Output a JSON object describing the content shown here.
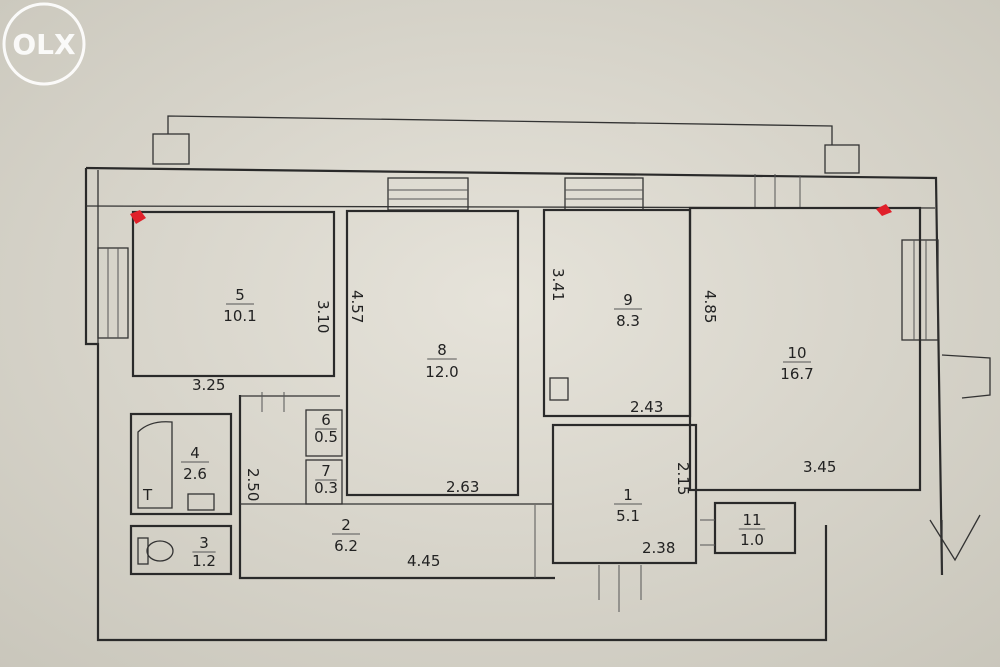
{
  "rooms": [
    {
      "id": "5",
      "num": "5",
      "area": "10.1"
    },
    {
      "id": "8",
      "num": "8",
      "area": "12.0"
    },
    {
      "id": "9",
      "num": "9",
      "area": "8.3"
    },
    {
      "id": "10",
      "num": "10",
      "area": "16.7"
    },
    {
      "id": "4",
      "num": "4",
      "area": "2.6"
    },
    {
      "id": "3",
      "num": "3",
      "area": "1.2"
    },
    {
      "id": "6",
      "num": "6",
      "area": "0.5"
    },
    {
      "id": "7",
      "num": "7",
      "area": "0.3"
    },
    {
      "id": "2",
      "num": "2",
      "area": "6.2"
    },
    {
      "id": "1",
      "num": "1",
      "area": "5.1"
    },
    {
      "id": "11",
      "num": "11",
      "area": "1.0"
    }
  ],
  "dimensions": [
    "3.25",
    "3.10",
    "4.57",
    "3.41",
    "4.85",
    "2.43",
    "3.45",
    "2.50",
    "2.63",
    "4.45",
    "2.15",
    "2.38"
  ],
  "logo_text": "OLX",
  "colors": {
    "paper": "#d9d6cc",
    "ink": "#2a2a2a",
    "corner_mark": "#e0202a"
  }
}
